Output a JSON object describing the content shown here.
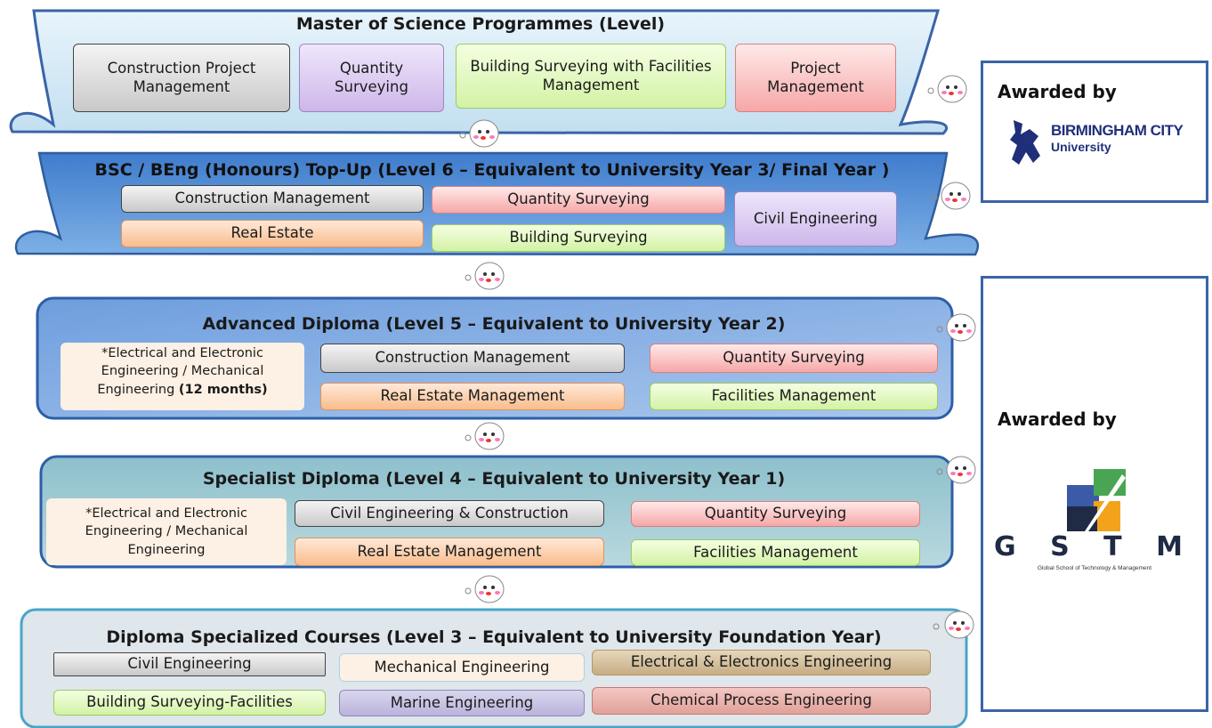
{
  "msc": {
    "title": "Master of Science  Programmes (Level)",
    "programs": [
      "Construction Project Management",
      "Quantity Surveying",
      "Building Surveying with Facilities Management",
      "Project Management"
    ]
  },
  "topup": {
    "title": "BSC / BEng (Honours) Top-Up  (Level 6 – Equivalent to University Year 3/ Final Year )",
    "programs": [
      "Construction Management",
      "Quantity Surveying",
      "Civil Engineering",
      "Real Estate",
      "Building Surveying"
    ]
  },
  "advanced": {
    "title": "Advanced Diploma (Level 5 – Equivalent to University Year 2)",
    "note_text": "*Electrical and  Electronic Engineering / Mechanical Engineering ",
    "note_bold": "(12 months)",
    "programs": [
      "Construction Management",
      "Quantity Surveying",
      "Real Estate Management",
      "Facilities Management"
    ]
  },
  "specialist": {
    "title": "Specialist Diploma (Level 4 – Equivalent to University Year 1)",
    "note_text": "*Electrical and  Electronic Engineering / Mechanical Engineering",
    "programs": [
      "Civil Engineering & Construction",
      "Quantity Surveying",
      "Real Estate Management",
      "Facilities Management"
    ]
  },
  "diploma": {
    "title": "Diploma Specialized Courses (Level 3 – Equivalent to University Foundation Year)",
    "programs": [
      "Civil Engineering",
      "Mechanical Engineering",
      "Electrical & Electronics Engineering",
      "Building Surveying-Facilities",
      "Marine  Engineering",
      "Chemical Process  Engineering"
    ]
  },
  "award_bcu": {
    "label": "Awarded by",
    "logo_name": "BIRMINGHAM CITY",
    "logo_sub": "University"
  },
  "award_gstm": {
    "label": "Awarded by",
    "logo_letters": "G S T M",
    "logo_sub": "Global School of Technology & Management"
  },
  "colors": {
    "frame": "#3a64a8",
    "msc_band": "#d7eaf5",
    "topup_band": "#5b93d6",
    "adv_band": "#8fb3e3",
    "spec_band": "#a7ccd6",
    "dip_band": "#dde5ec"
  }
}
